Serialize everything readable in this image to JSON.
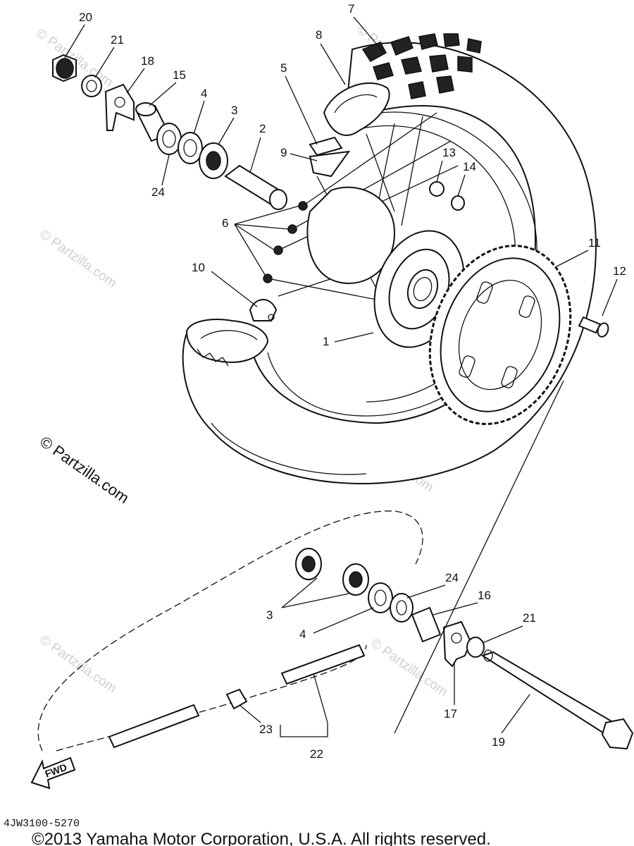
{
  "diagram_code": "4JW3100-5270",
  "copyright": "©2013  Yamaha Motor Corporation, U.S.A. All rights reserved.",
  "watermark": "© Partzilla.com",
  "fwd_label": "FWD",
  "callouts": [
    "1",
    "2",
    "3",
    "4",
    "5",
    "6",
    "7",
    "8",
    "9",
    "10",
    "11",
    "12",
    "13",
    "14",
    "15",
    "16",
    "17",
    "18",
    "19",
    "20",
    "21",
    "22",
    "23",
    "24"
  ]
}
